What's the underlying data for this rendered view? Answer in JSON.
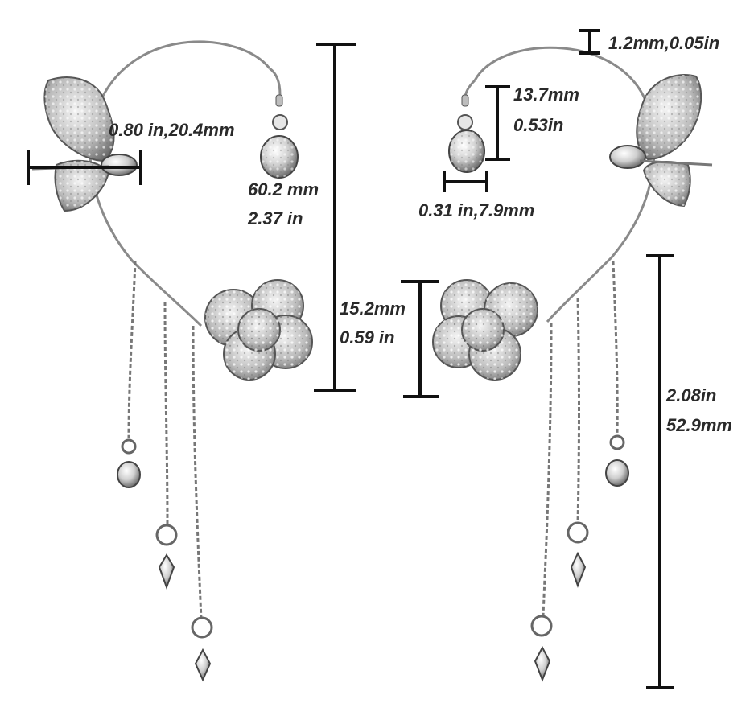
{
  "measurements": {
    "butterfly_width": "0.80 in,20.4mm",
    "cuff_height_mm": "60.2 mm",
    "cuff_height_in": "2.37 in",
    "flower_height_mm": "15.2mm",
    "flower_height_in": "0.59 in",
    "wire_thickness": "1.2mm,0.05in",
    "drop_height_mm": "13.7mm",
    "drop_height_in": "0.53in",
    "drop_width": "0.31 in,7.9mm",
    "chain_length_in": "2.08in",
    "chain_length_mm": "52.9mm"
  },
  "colors": {
    "measure_line": "#111111",
    "label_text": "#2a2a2a",
    "metal": "#8a8a8a",
    "metal_light": "#d6d6d6"
  }
}
